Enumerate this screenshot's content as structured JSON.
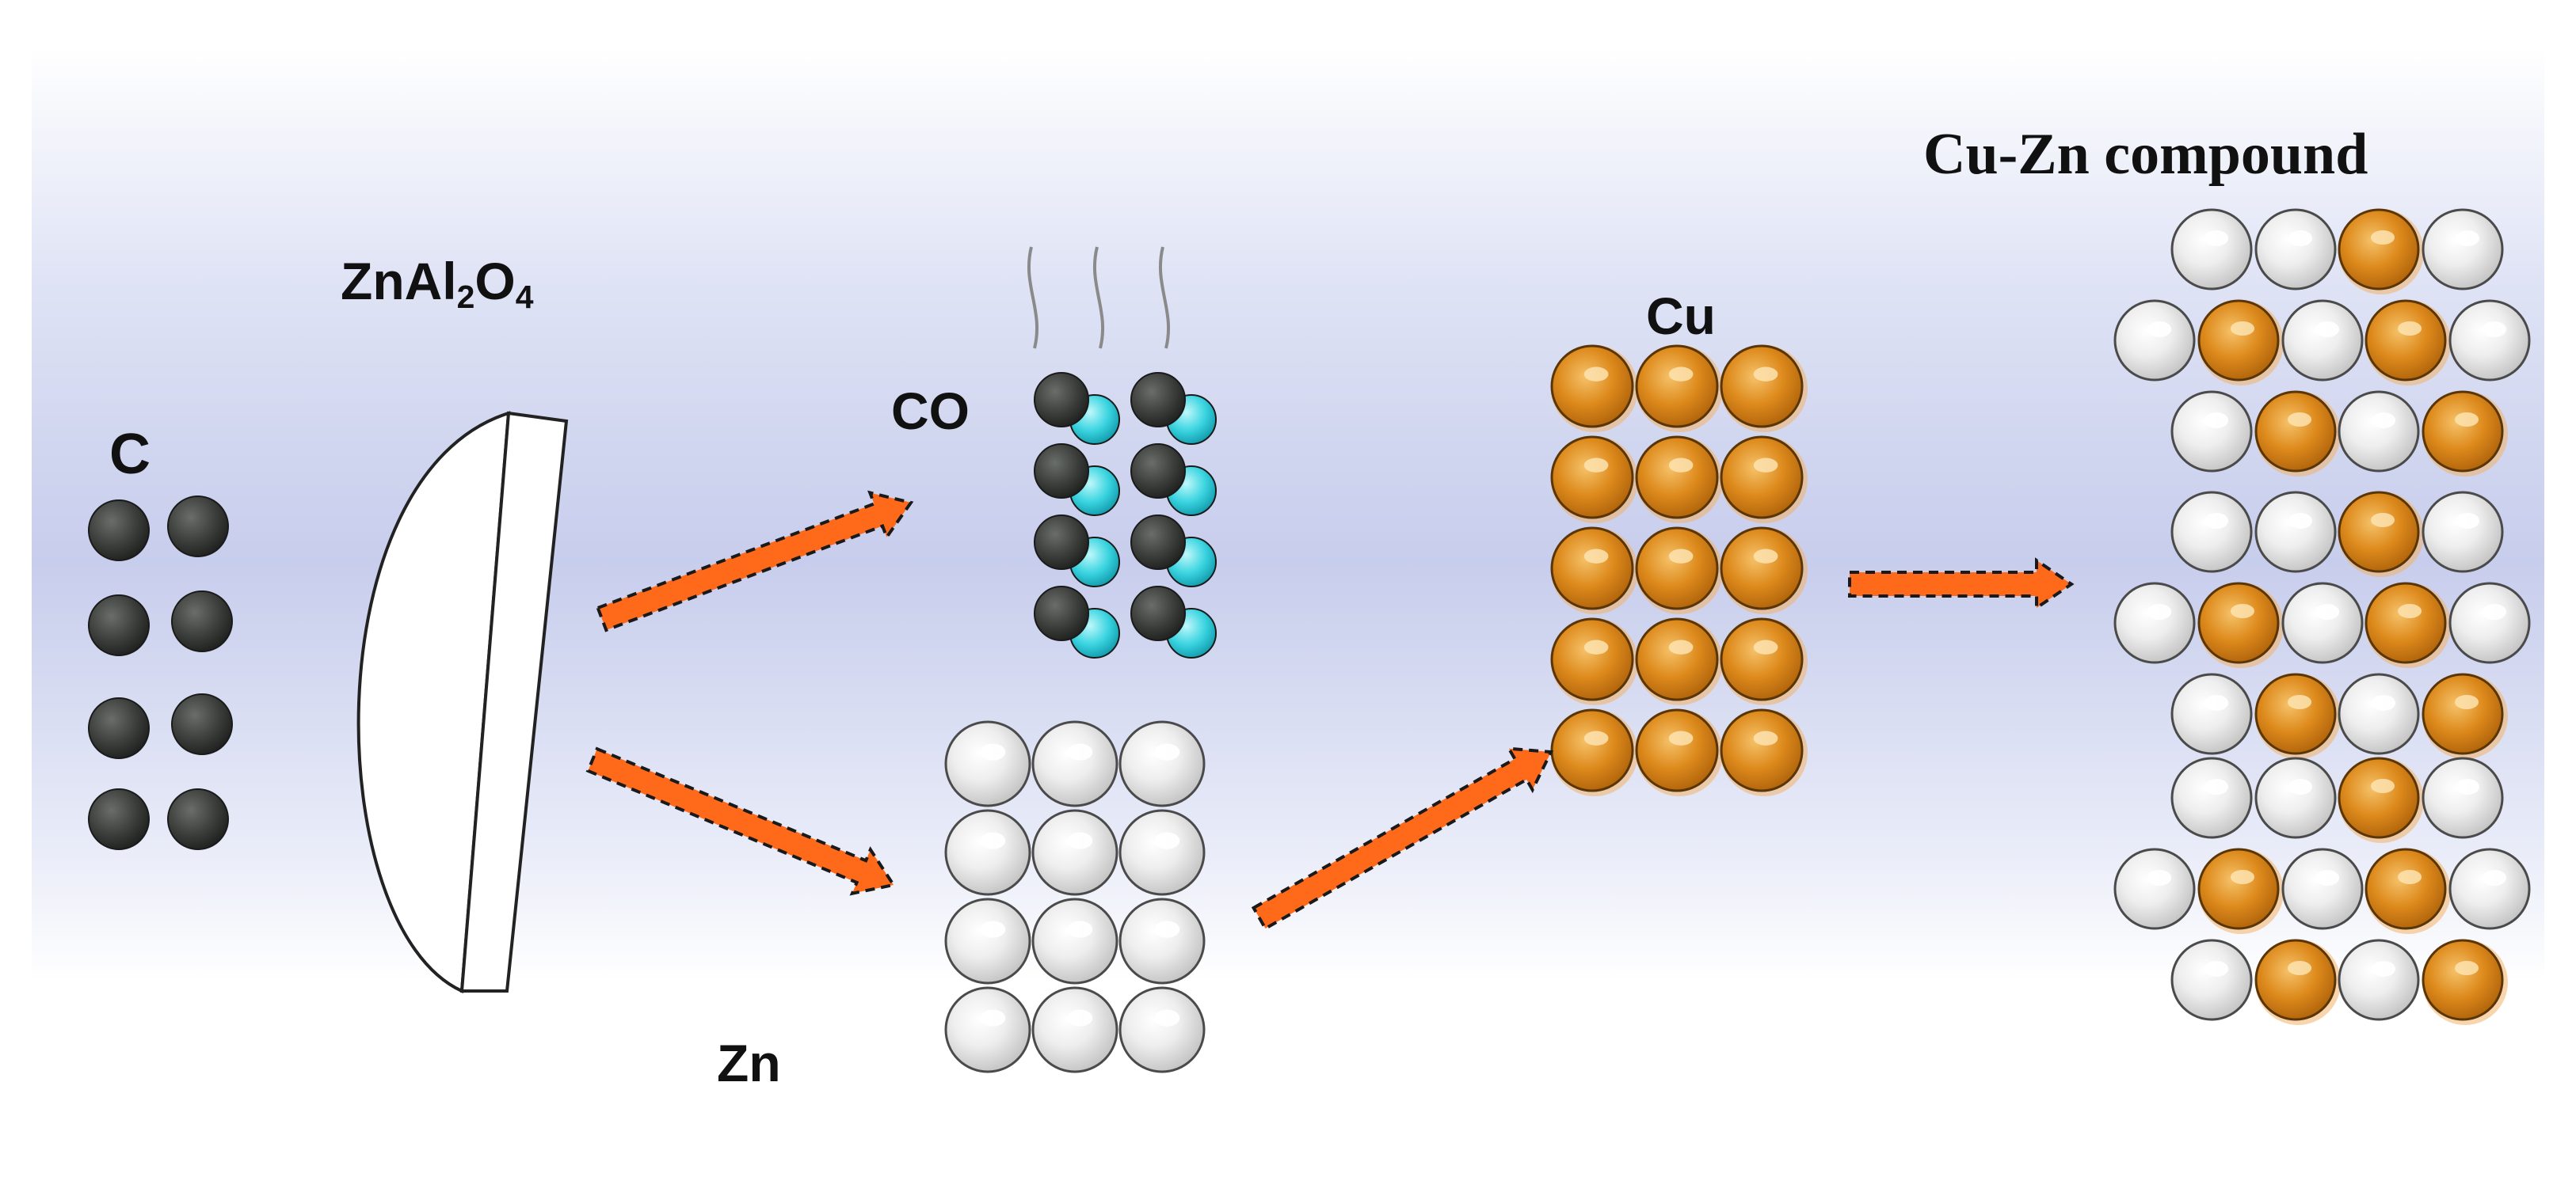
{
  "labels": {
    "carbon": "C",
    "oxide_main": "ZnAl",
    "oxide_sub1": "2",
    "oxide_mid": "O",
    "oxide_sub2": "4",
    "co": "CO",
    "zn": "Zn",
    "cu": "Cu",
    "compound": "Cu-Zn compound"
  },
  "colors": {
    "background_band": "#c7cdec",
    "carbon_atom": "#3c3c3c",
    "oxygen_atom": "#3ad4e0",
    "zinc_atom": "#e6e6e6",
    "copper_atom": "#dd8a1c",
    "arrow": "#ff6a1a",
    "arrow_outline": "#1a1a1a"
  },
  "compound_patterns": [
    [
      "zn",
      "zn",
      "cu",
      "zn",
      "zn",
      "cu",
      "zn",
      "cu",
      "zn",
      "zn",
      "cu",
      "zn",
      "cu"
    ],
    [
      "zn",
      "zn",
      "cu",
      "zn",
      "zn",
      "cu",
      "zn",
      "cu",
      "zn",
      "zn",
      "cu",
      "zn",
      "cu"
    ],
    [
      "zn",
      "zn",
      "cu",
      "zn",
      "zn",
      "cu",
      "zn",
      "cu",
      "zn",
      "zn",
      "cu",
      "zn",
      "cu"
    ]
  ]
}
